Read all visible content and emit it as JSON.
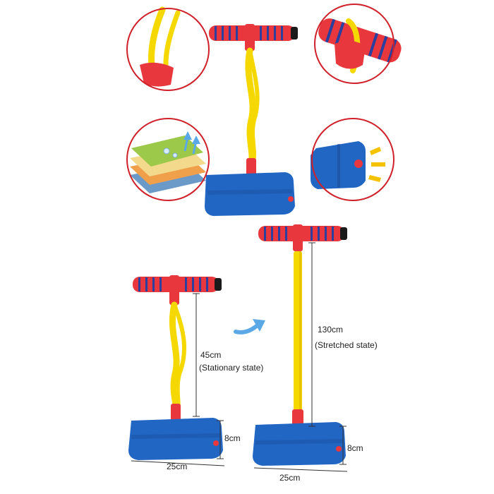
{
  "colors": {
    "handle": "#e8383d",
    "handle_stripe": "#2a3f9e",
    "cap": "#1a1a1a",
    "pole": "#f5d800",
    "pole_dark": "#d9a900",
    "base": "#2266c4",
    "base_dark": "#174a96",
    "callout_border": "#d0202a",
    "foam_top": "#9cc94a",
    "foam_mid": "#f3d98c",
    "foam_low": "#f0a04a",
    "foam_bottom": "#6b9ac9",
    "arrow": "#5aa9e6",
    "sound_mark": "#f5c200"
  },
  "dimensions": {
    "stationary_height": "45cm",
    "stationary_state": "(Stationary state)",
    "stretched_height": "130cm",
    "stretched_state": "(Stretched state)",
    "base_height_left": "8cm",
    "base_height_right": "8cm",
    "base_width_left": "25cm",
    "base_width_right": "25cm"
  }
}
